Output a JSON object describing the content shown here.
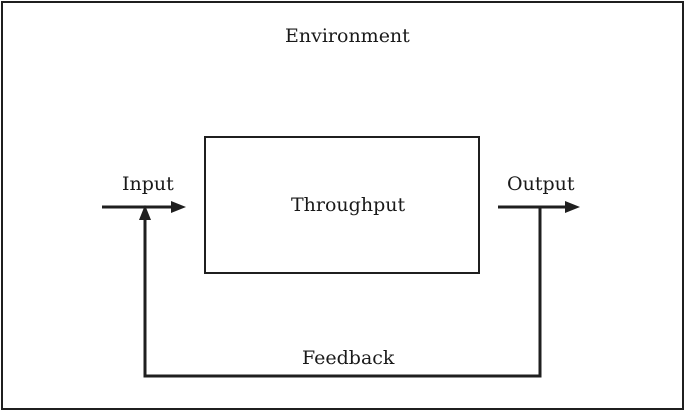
{
  "diagram": {
    "environment_label": "Environment",
    "input_label": "Input",
    "throughput_label": "Throughput",
    "output_label": "Output",
    "feedback_label": "Feedback"
  },
  "colors": {
    "stroke": "#1f1f1f",
    "text": "#1a1a1a",
    "background": "#ffffff"
  }
}
